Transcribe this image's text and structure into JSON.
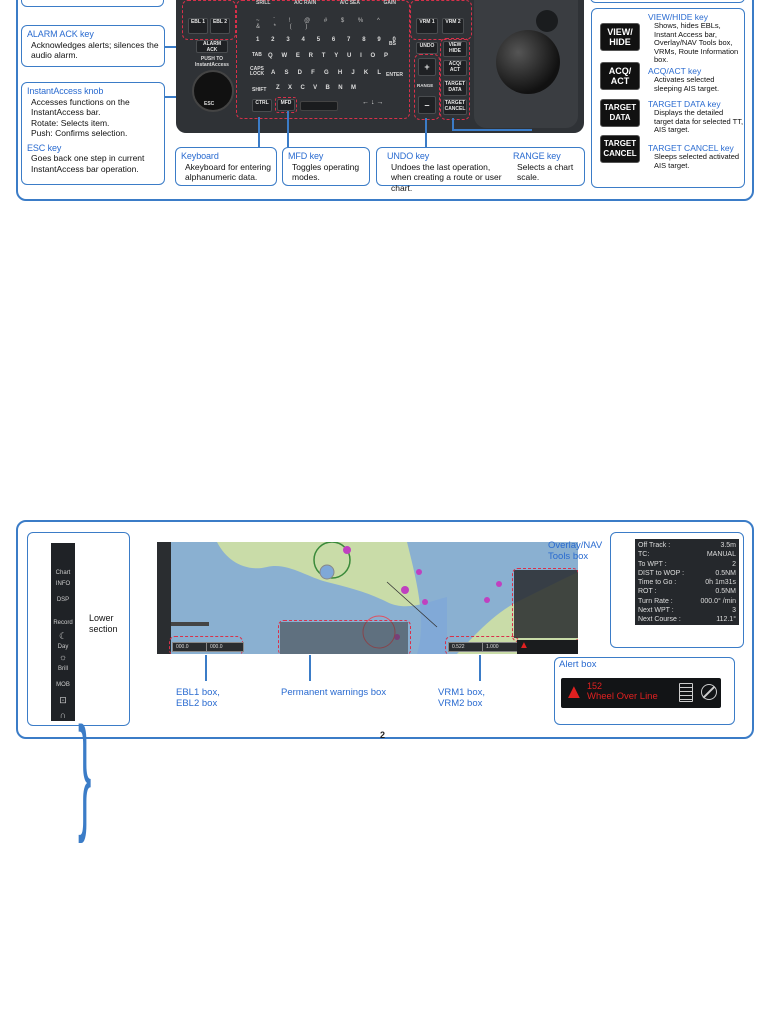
{
  "top_section": {
    "callouts": {
      "alarm_ack": {
        "title": "ALARM ACK key",
        "desc": "Acknowledges alerts; silences the audio alarm."
      },
      "instant_access": {
        "title": "InstantAccess knob",
        "lines": [
          "Accesses functions on the InstantAccess bar.",
          "Rotate:   Selects item.",
          "Push:     Confirms selection."
        ]
      },
      "esc": {
        "title": "ESC key",
        "desc": "Goes back one step in current InstantAccess bar operation."
      },
      "keyboard": {
        "title": "Keyboard",
        "desc": "Akeyboard for entering alphanumeric data."
      },
      "mfd": {
        "title": "MFD key",
        "desc": "Toggles operating modes."
      },
      "undo": {
        "title": "UNDO key",
        "desc": "Undoes the last operation, when creating a route or user chart."
      },
      "range": {
        "title": "RANGE key",
        "desc": "Selects a chart scale."
      },
      "view_hide": {
        "title": "VIEW/HIDE key",
        "desc": "Shows, hides EBLs, Instant Access bar, Overlay/NAV Tools box, VRMs, Route Information box."
      },
      "acq_act": {
        "title": "ACQ/ACT key",
        "desc": "Activates selected sleeping AIS target."
      },
      "target_data": {
        "title": "TARGET DATA key",
        "desc": "Displays the detailed target data for selected TT, AIS target."
      },
      "target_cancel": {
        "title": "TARGET CANCEL key",
        "desc": "Sleeps selected activated AIS target."
      }
    },
    "side_keys": [
      {
        "name": "view-hide",
        "label": "VIEW/ HIDE"
      },
      {
        "name": "acq-act",
        "label": "ACQ/ ACT"
      },
      {
        "name": "target-data",
        "label": "TARGET DATA"
      },
      {
        "name": "target-cancel",
        "label": "TARGET CANCEL"
      }
    ],
    "panel": {
      "top_labels": [
        "SRILL",
        "A/C RAIN",
        "A/C SEA",
        "GAIN"
      ],
      "ebl1": "EBL 1",
      "ebl2": "EBL 2",
      "alarm_ack": "ALARM ACK",
      "push_to": "PUSH TO InstantAccess",
      "esc": "ESC",
      "ctrl": "CTRL",
      "mfd": "MFD",
      "tab": "TAB",
      "caps": "CAPS LOCK",
      "shift": "SHIFT",
      "bs": "BS",
      "enter": "ENTER",
      "vrm1": "VRM 1",
      "vrm2": "VRM 2",
      "undo": "UNDO",
      "range": "RANGE",
      "plus": "+",
      "minus": "–",
      "view_hide_small": "VIEW HIDE",
      "acq_small": "ACQ/ ACT",
      "tdata_small": "TARGET DATA",
      "tcancel_small": "TARGET CANCEL",
      "row_num": [
        "1",
        "2",
        "3",
        "4",
        "5",
        "6",
        "7",
        "8",
        "9",
        "0"
      ],
      "row_q": [
        "Q",
        "W",
        "E",
        "R",
        "T",
        "Y",
        "U",
        "I",
        "O",
        "P"
      ],
      "row_a": [
        "A",
        "S",
        "D",
        "F",
        "G",
        "H",
        "J",
        "K",
        "L"
      ],
      "row_z": [
        "Z",
        "X",
        "C",
        "V",
        "B",
        "N",
        "M"
      ]
    }
  },
  "bottom_section": {
    "sidebar": {
      "items": [
        "Chart INFO",
        "DSP",
        "Record",
        "Day",
        "Brill",
        "MOB"
      ],
      "lower_section_label": "Lower section"
    },
    "labels": {
      "ebl_box": "EBL1 box, EBL2 box",
      "permanent_warnings": "Permanent warnings box",
      "vrm_box": "VRM1 box, VRM2 box",
      "overlay_nav": "Overlay/NAV Tools box",
      "alert_box": "Alert box"
    },
    "ebl_values": [
      "000.0",
      "000.0"
    ],
    "vrm_values": [
      "0.522",
      "1.000"
    ],
    "alert": {
      "number": "152",
      "message": "Wheel Over Line"
    },
    "route_info": {
      "rows": [
        [
          "Off Track :",
          "3.5m"
        ],
        [
          "TC:",
          "MANUAL"
        ],
        [
          "To WPT :",
          "2"
        ],
        [
          "DIST to WOP :",
          "0.5NM"
        ],
        [
          "Time to Go :",
          "0h 1m31s"
        ],
        [
          "ROT :",
          "0.5NM"
        ],
        [
          "Turn Rate :",
          "000.0° /min"
        ],
        [
          "Next WPT :",
          "3"
        ],
        [
          "Next Course :",
          "112.1°"
        ]
      ]
    },
    "page_number": "2"
  },
  "colors": {
    "accent_blue": "#2a6bd0",
    "frame_blue": "#3b7cc7",
    "dashed_red": "#d9304a",
    "alert_red": "#e02020",
    "sea_blue": "#7fa8d8",
    "land_green": "#c9dca8"
  }
}
